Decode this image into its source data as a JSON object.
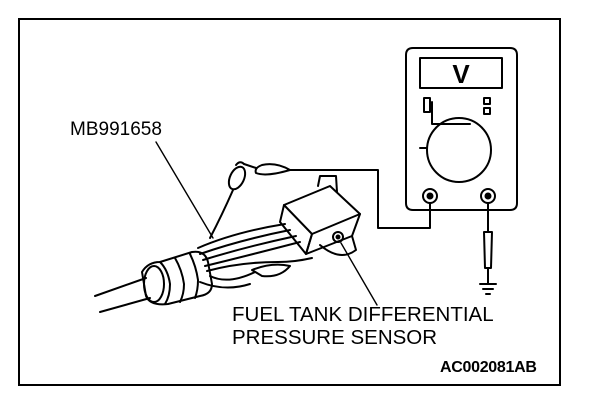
{
  "labels": {
    "tool": "MB991658",
    "sensor_line1": "FUEL TANK DIFFERENTIAL",
    "sensor_line2": "PRESSURE SENSOR",
    "figure_code": "AC002081AB"
  },
  "meter": {
    "display_symbol": "V"
  }
}
